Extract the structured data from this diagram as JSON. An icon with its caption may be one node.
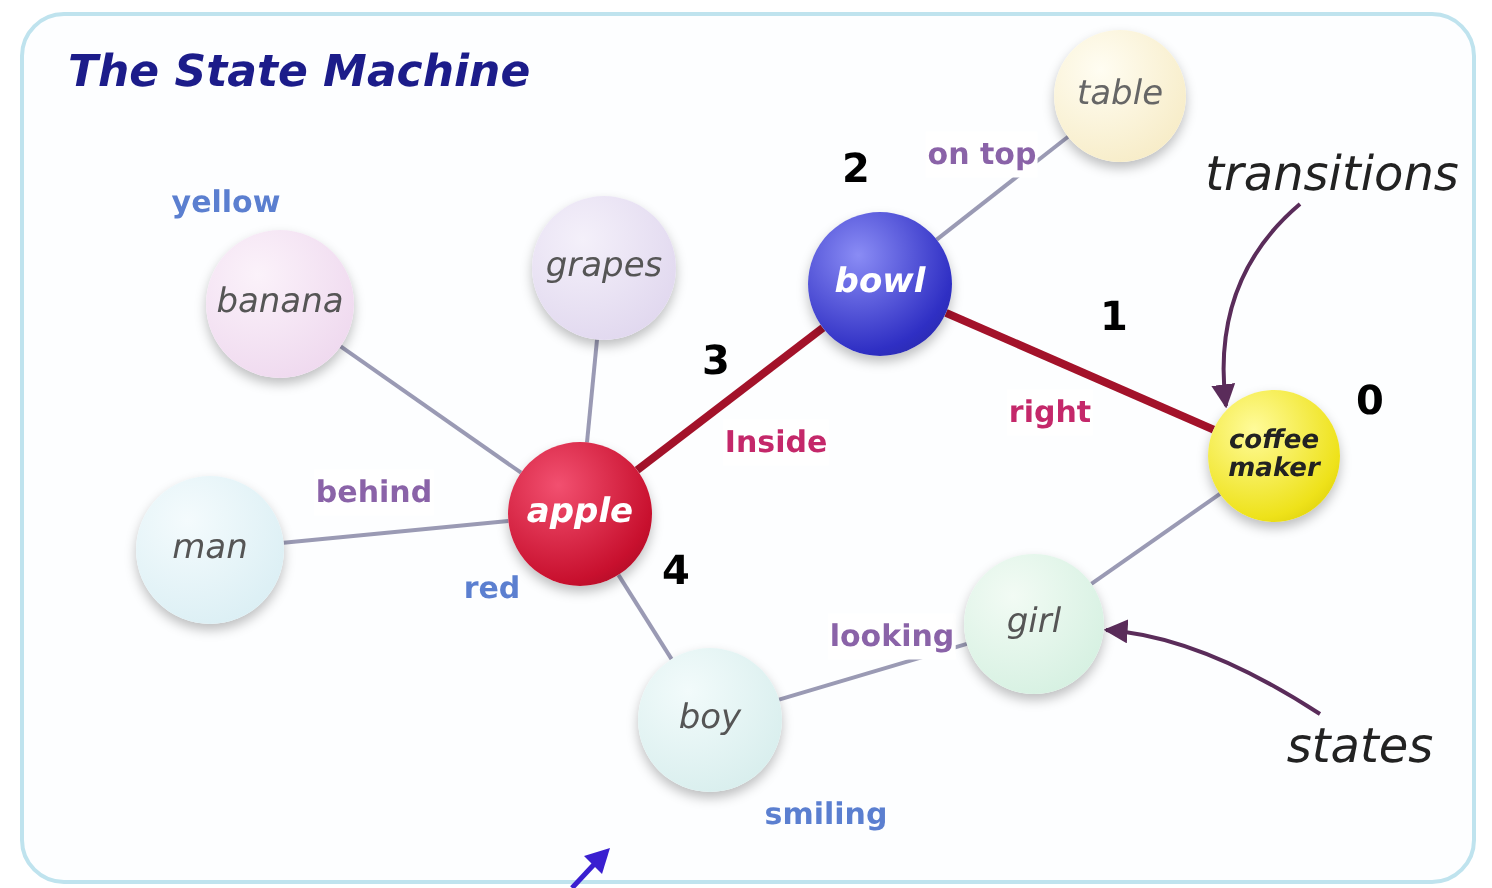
{
  "diagram": {
    "title": "The State Machine",
    "nodes": [
      {
        "text": [
          "table"
        ]
      },
      {
        "text": [
          "transitions"
        ]
      },
      {
        "text": [
          "bowl"
        ],
        "beside": [
          "2"
        ]
      },
      {
        "text": [
          "banana"
        ],
        "beside": [
          "yellow"
        ]
      },
      {
        "text": [
          "grapes"
        ]
      },
      {
        "text": [
          "coffee maker"
        ],
        "beside": [
          "0"
        ]
      },
      {
        "text": [
          "man"
        ]
      },
      {
        "text": [
          "apple"
        ],
        "beside": [
          "red",
          "4"
        ]
      },
      {
        "text": [
          "girl"
        ]
      },
      {
        "text": [
          "boy"
        ],
        "beside": [
          "smiling"
        ]
      },
      {
        "text": [
          "states"
        ]
      }
    ],
    "edges": [
      {
        "from": 3,
        "to": 7,
        "arrow": "none"
      },
      {
        "from": 4,
        "to": 7,
        "arrow": "none"
      },
      {
        "from": 6,
        "to": 7,
        "arrow": "none",
        "label": "behind"
      },
      {
        "from": 7,
        "to": 2,
        "arrow": "none",
        "label": "Inside",
        "style": "thick",
        "color": "#a3122a"
      },
      {
        "from": 2,
        "to": 0,
        "arrow": "none",
        "label": "on top"
      },
      {
        "from": 2,
        "to": 5,
        "arrow": "none",
        "label": "right",
        "style": "thick",
        "color": "#a3122a"
      },
      {
        "from": 5,
        "to": 8,
        "arrow": "none"
      },
      {
        "from": 8,
        "to": 9,
        "arrow": "none",
        "label": "looking"
      },
      {
        "from": 9,
        "to": 7,
        "arrow": "none"
      },
      {
        "from": 1,
        "to": 5,
        "arrow": "to",
        "color": "#5a2c5a"
      },
      {
        "from": 10,
        "to": 8,
        "arrow": "to",
        "color": "#5a2c5a"
      }
    ],
    "labels": [
      "1",
      "3"
    ]
  }
}
